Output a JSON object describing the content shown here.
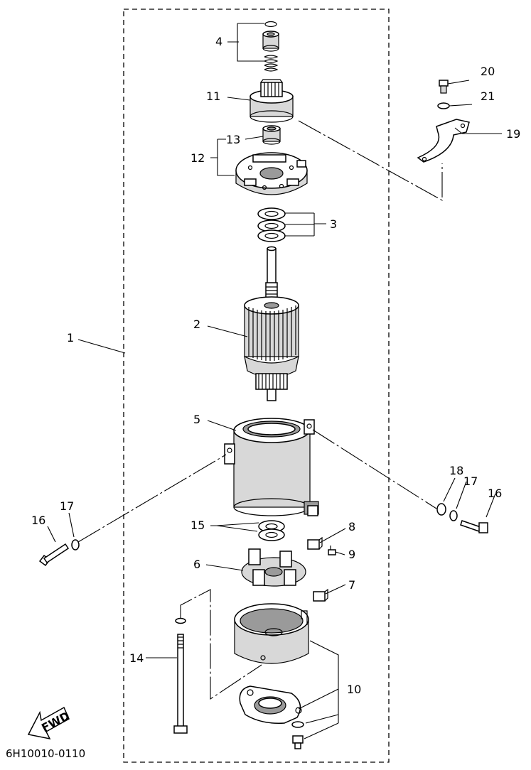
{
  "callouts": [
    {
      "id": "1",
      "text": "1"
    },
    {
      "id": "2",
      "text": "2"
    },
    {
      "id": "3",
      "text": "3"
    },
    {
      "id": "4",
      "text": "4"
    },
    {
      "id": "5",
      "text": "5"
    },
    {
      "id": "6",
      "text": "6"
    },
    {
      "id": "7",
      "text": "7"
    },
    {
      "id": "8",
      "text": "8"
    },
    {
      "id": "9",
      "text": "9"
    },
    {
      "id": "10",
      "text": "10"
    },
    {
      "id": "11",
      "text": "11"
    },
    {
      "id": "12",
      "text": "12"
    },
    {
      "id": "13",
      "text": "13"
    },
    {
      "id": "14",
      "text": "14"
    },
    {
      "id": "15",
      "text": "15"
    },
    {
      "id": "16a",
      "text": "16"
    },
    {
      "id": "16b",
      "text": "16"
    },
    {
      "id": "17a",
      "text": "17"
    },
    {
      "id": "17b",
      "text": "17"
    },
    {
      "id": "18",
      "text": "18"
    },
    {
      "id": "19",
      "text": "19"
    },
    {
      "id": "20",
      "text": "20"
    },
    {
      "id": "21",
      "text": "21"
    }
  ],
  "fwd_label": "FWD",
  "diagram_code": "6H10010-0110"
}
